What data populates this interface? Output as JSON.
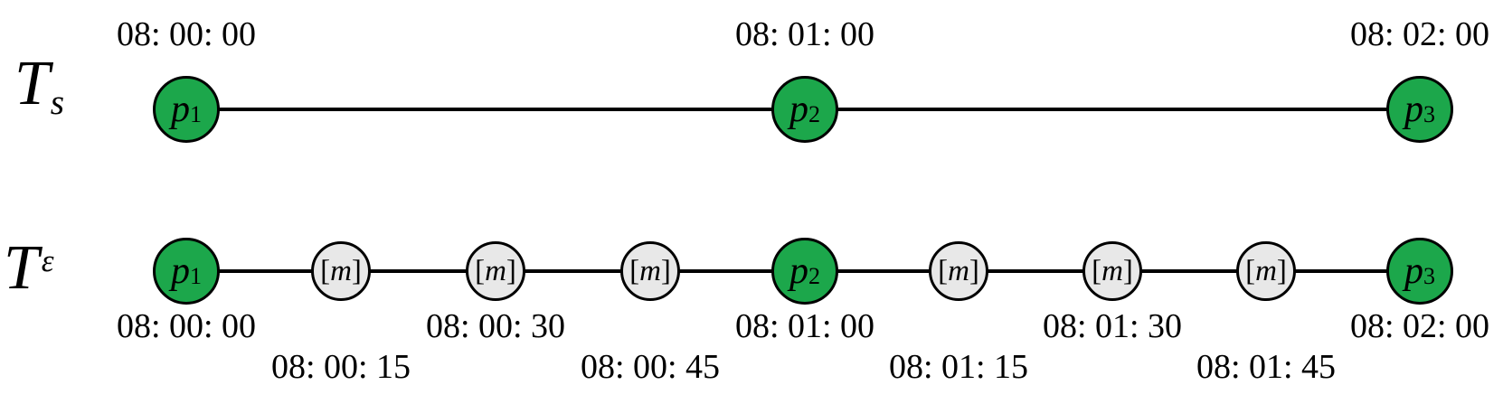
{
  "colors": {
    "event_green": "#1CA74B",
    "merge_gray": "#E8E8E8",
    "edge_black": "#000000"
  },
  "sparse_timeline": {
    "label": {
      "main": "T",
      "sub": "s"
    },
    "nodes": [
      {
        "kind": "event",
        "name": "p",
        "sub": "1",
        "time": "08: 00: 00"
      },
      {
        "kind": "event",
        "name": "p",
        "sub": "2",
        "time": "08: 01: 00"
      },
      {
        "kind": "event",
        "name": "p",
        "sub": "3",
        "time": "08: 02: 00"
      }
    ]
  },
  "epsilon_timeline": {
    "label": {
      "main": "T",
      "sup": "ε"
    },
    "nodes": [
      {
        "kind": "event",
        "name": "p",
        "sub": "1",
        "time": "08: 00: 00",
        "time_row": "upper"
      },
      {
        "kind": "merge",
        "open": "[",
        "name": "m",
        "close": "]",
        "time": "08: 00: 15",
        "time_row": "lower"
      },
      {
        "kind": "merge",
        "open": "[",
        "name": "m",
        "close": "]",
        "time": "08: 00: 30",
        "time_row": "upper"
      },
      {
        "kind": "merge",
        "open": "[",
        "name": "m",
        "close": "]",
        "time": "08: 00: 45",
        "time_row": "lower"
      },
      {
        "kind": "event",
        "name": "p",
        "sub": "2",
        "time": "08: 01: 00",
        "time_row": "upper"
      },
      {
        "kind": "merge",
        "open": "[",
        "name": "m",
        "close": "]",
        "time": "08: 01: 15",
        "time_row": "lower"
      },
      {
        "kind": "merge",
        "open": "[",
        "name": "m",
        "close": "]",
        "time": "08: 01: 30",
        "time_row": "upper"
      },
      {
        "kind": "merge",
        "open": "[",
        "name": "m",
        "close": "]",
        "time": "08: 01: 45",
        "time_row": "lower"
      },
      {
        "kind": "event",
        "name": "p",
        "sub": "3",
        "time": "08: 02: 00",
        "time_row": "upper"
      }
    ]
  }
}
